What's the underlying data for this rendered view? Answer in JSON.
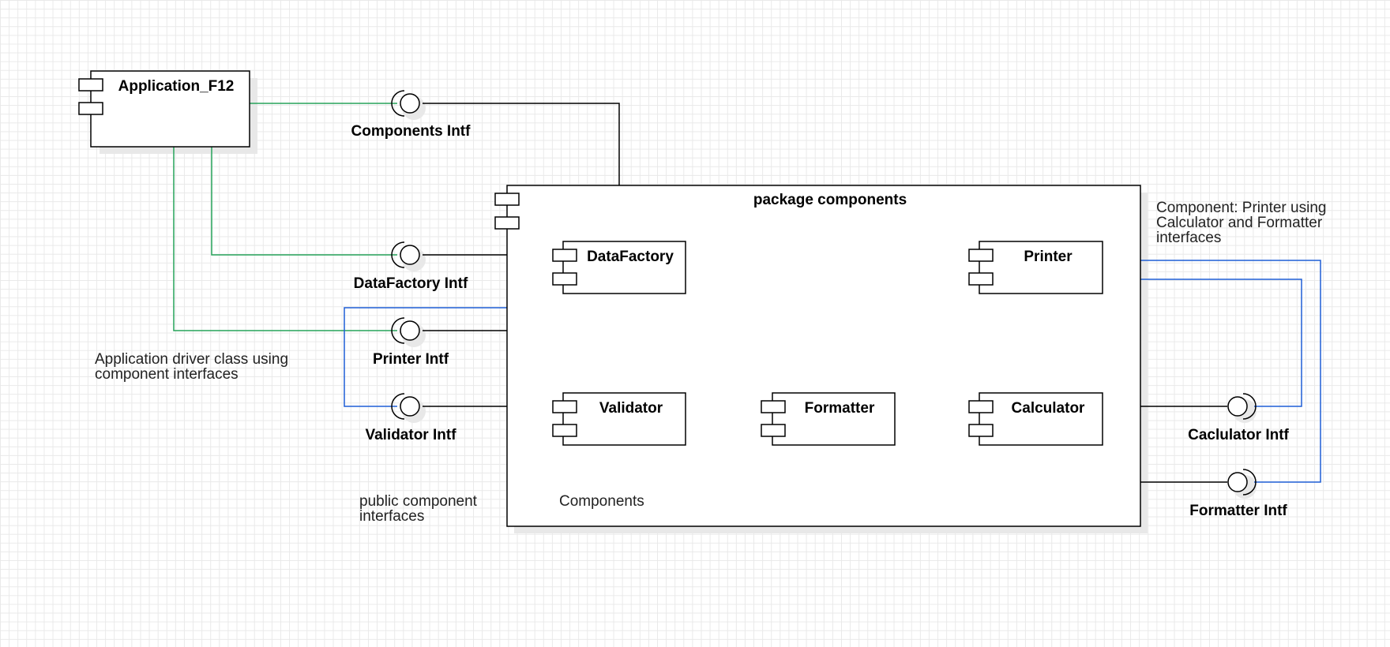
{
  "colors": {
    "green": "#27a35a",
    "blue": "#1f5fd6",
    "line": "#000000",
    "shadow": "#e8e8e8"
  },
  "application": {
    "label": "Application_F12"
  },
  "package": {
    "label": "package components"
  },
  "components": {
    "datafactory": "DataFactory",
    "printer": "Printer",
    "validator": "Validator",
    "formatter": "Formatter",
    "calculator": "Calculator"
  },
  "interfaces": {
    "components": "Components Intf",
    "datafactory": "DataFactory Intf",
    "printer": "Printer Intf",
    "validator": "Validator Intf",
    "calculator": "Caclulator Intf",
    "formatter": "Formatter Intf"
  },
  "notes": {
    "driver": [
      "Application driver class using",
      "component interfaces"
    ],
    "public": [
      "public component",
      "interfaces"
    ],
    "components": "Components",
    "printer": [
      "Component: Printer using",
      "Calculator and Formatter",
      "interfaces"
    ]
  }
}
